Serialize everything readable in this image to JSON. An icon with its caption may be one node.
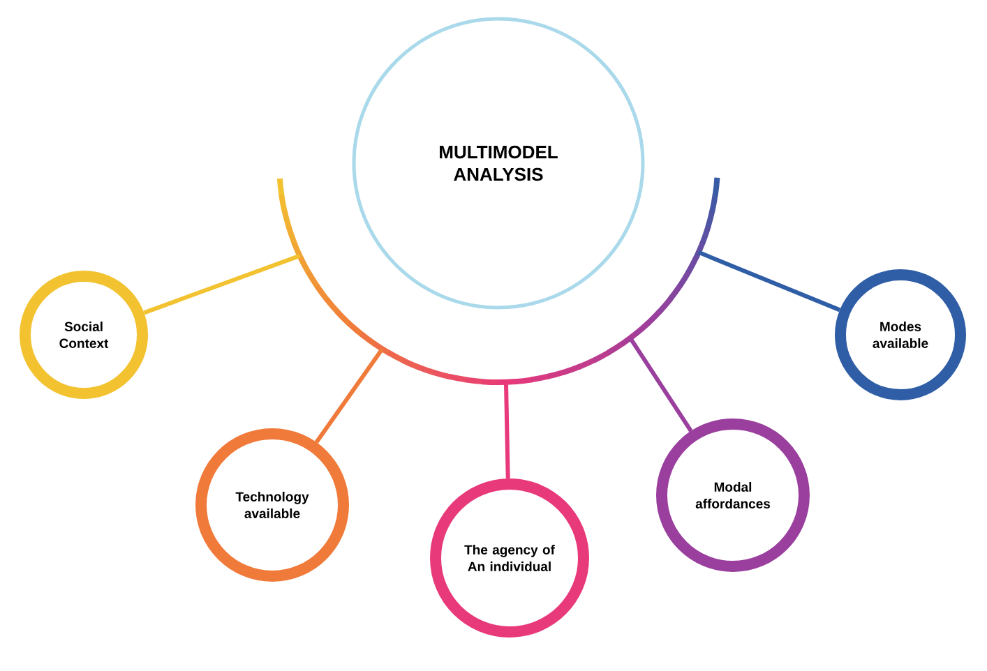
{
  "diagram": {
    "nodes": [
      {
        "text": [
          "MULTIMODEL ANALYSIS"
        ]
      },
      {
        "text": [],
        "shape": "arc"
      },
      {
        "text": [
          "Social Context"
        ]
      },
      {
        "text": [
          "Technology available"
        ]
      },
      {
        "text": [
          "The agency of An individual"
        ]
      },
      {
        "text": [
          "Modal affordances"
        ]
      },
      {
        "text": [
          "Modes available"
        ]
      }
    ],
    "edges": [
      {
        "from": 1,
        "to": 2,
        "arrow": "none",
        "color": "#f2c230"
      },
      {
        "from": 1,
        "to": 3,
        "arrow": "none",
        "color": "#f07a3a"
      },
      {
        "from": 1,
        "to": 4,
        "arrow": "none",
        "color": "#e8397a"
      },
      {
        "from": 1,
        "to": 5,
        "arrow": "none",
        "color": "#9a3f9e"
      },
      {
        "from": 1,
        "to": 6,
        "arrow": "none",
        "color": "#2f5ea6"
      }
    ]
  }
}
